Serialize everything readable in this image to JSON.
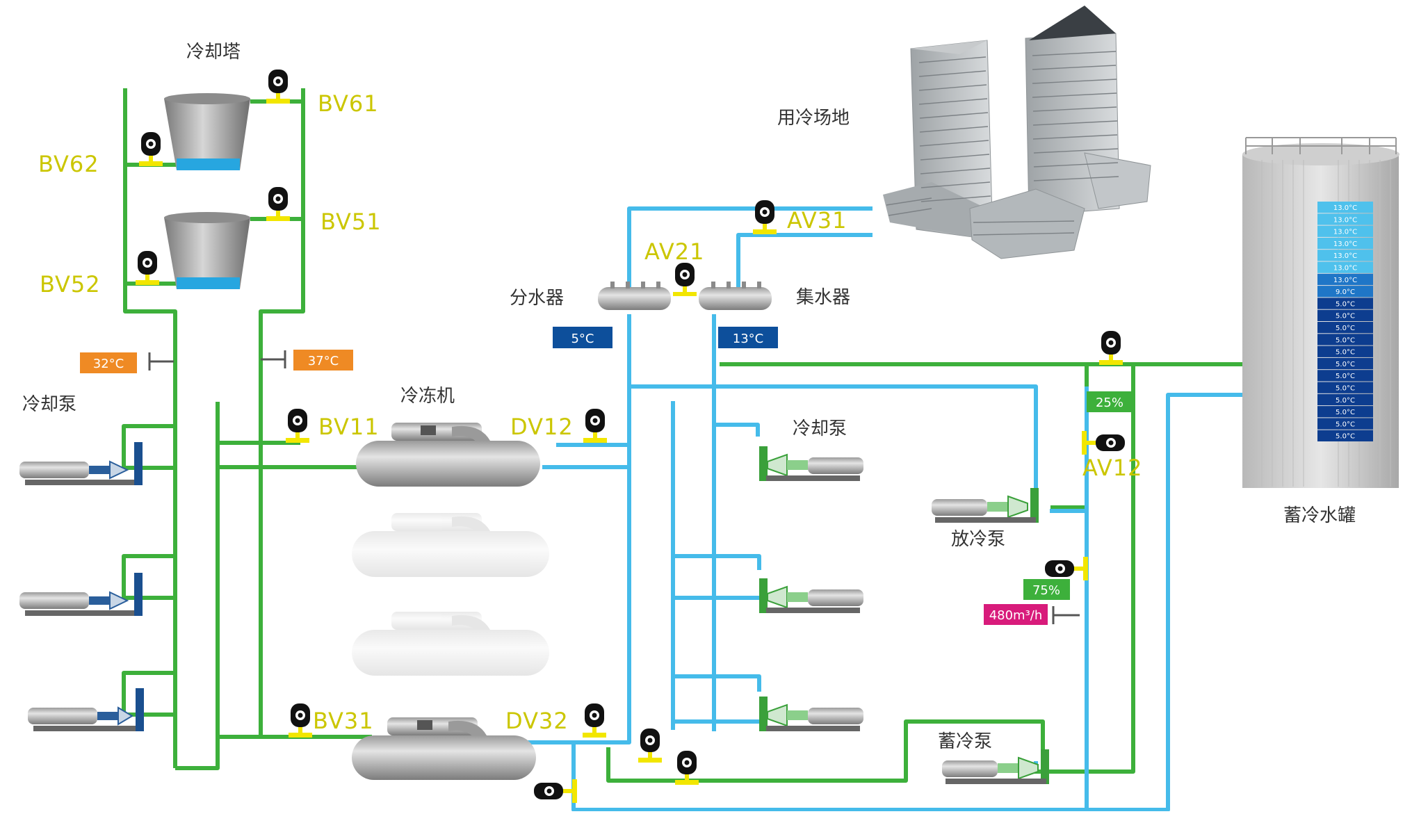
{
  "colors": {
    "green_pipe": "#3db03b",
    "blue_pipe": "#45bbea",
    "valve_yellow": "#f2e600",
    "label_yellow": "#cbc600",
    "temp_orange": "#ef8a24",
    "temp_navy": "#0d4f9b",
    "valve_pct_green": "#3db03b",
    "flow_magenta": "#d81b7b",
    "tank_warm": "#4fc1ec",
    "tank_mid": "#1f76c7",
    "tank_cold": "#0d3d8f"
  },
  "labels": {
    "cooling_tower": "冷却塔",
    "cooling_pump_left": "冷却泵",
    "chiller": "冷冻机",
    "cooling_pump_right": "冷却泵",
    "distributor": "分水器",
    "collector": "集水器",
    "user_site": "用冷场地",
    "storage_tank": "蓄冷水罐",
    "discharge_pump": "放冷泵",
    "storage_pump": "蓄冷泵"
  },
  "valves": {
    "bv61": "BV61",
    "bv62": "BV62",
    "bv51": "BV51",
    "bv52": "BV52",
    "bv11": "BV11",
    "dv12": "DV12",
    "bv31": "BV31",
    "dv32": "DV32",
    "av21": "AV21",
    "av31": "AV31",
    "av12": "AV12"
  },
  "readouts": {
    "tower_out_temp": "32°C",
    "tower_in_temp": "37°C",
    "supply_temp": "5°C",
    "return_temp": "13°C",
    "valve_open_25": "25%",
    "valve_open_75": "75%",
    "flow_rate": "480m³/h"
  },
  "tank_temps": [
    "13.0°C",
    "13.0°C",
    "13.0°C",
    "13.0°C",
    "13.0°C",
    "13.0°C",
    "13.0°C",
    "9.0°C",
    "5.0°C",
    "5.0°C",
    "5.0°C",
    "5.0°C",
    "5.0°C",
    "5.0°C",
    "5.0°C",
    "5.0°C",
    "5.0°C",
    "5.0°C",
    "5.0°C",
    "5.0°C"
  ]
}
